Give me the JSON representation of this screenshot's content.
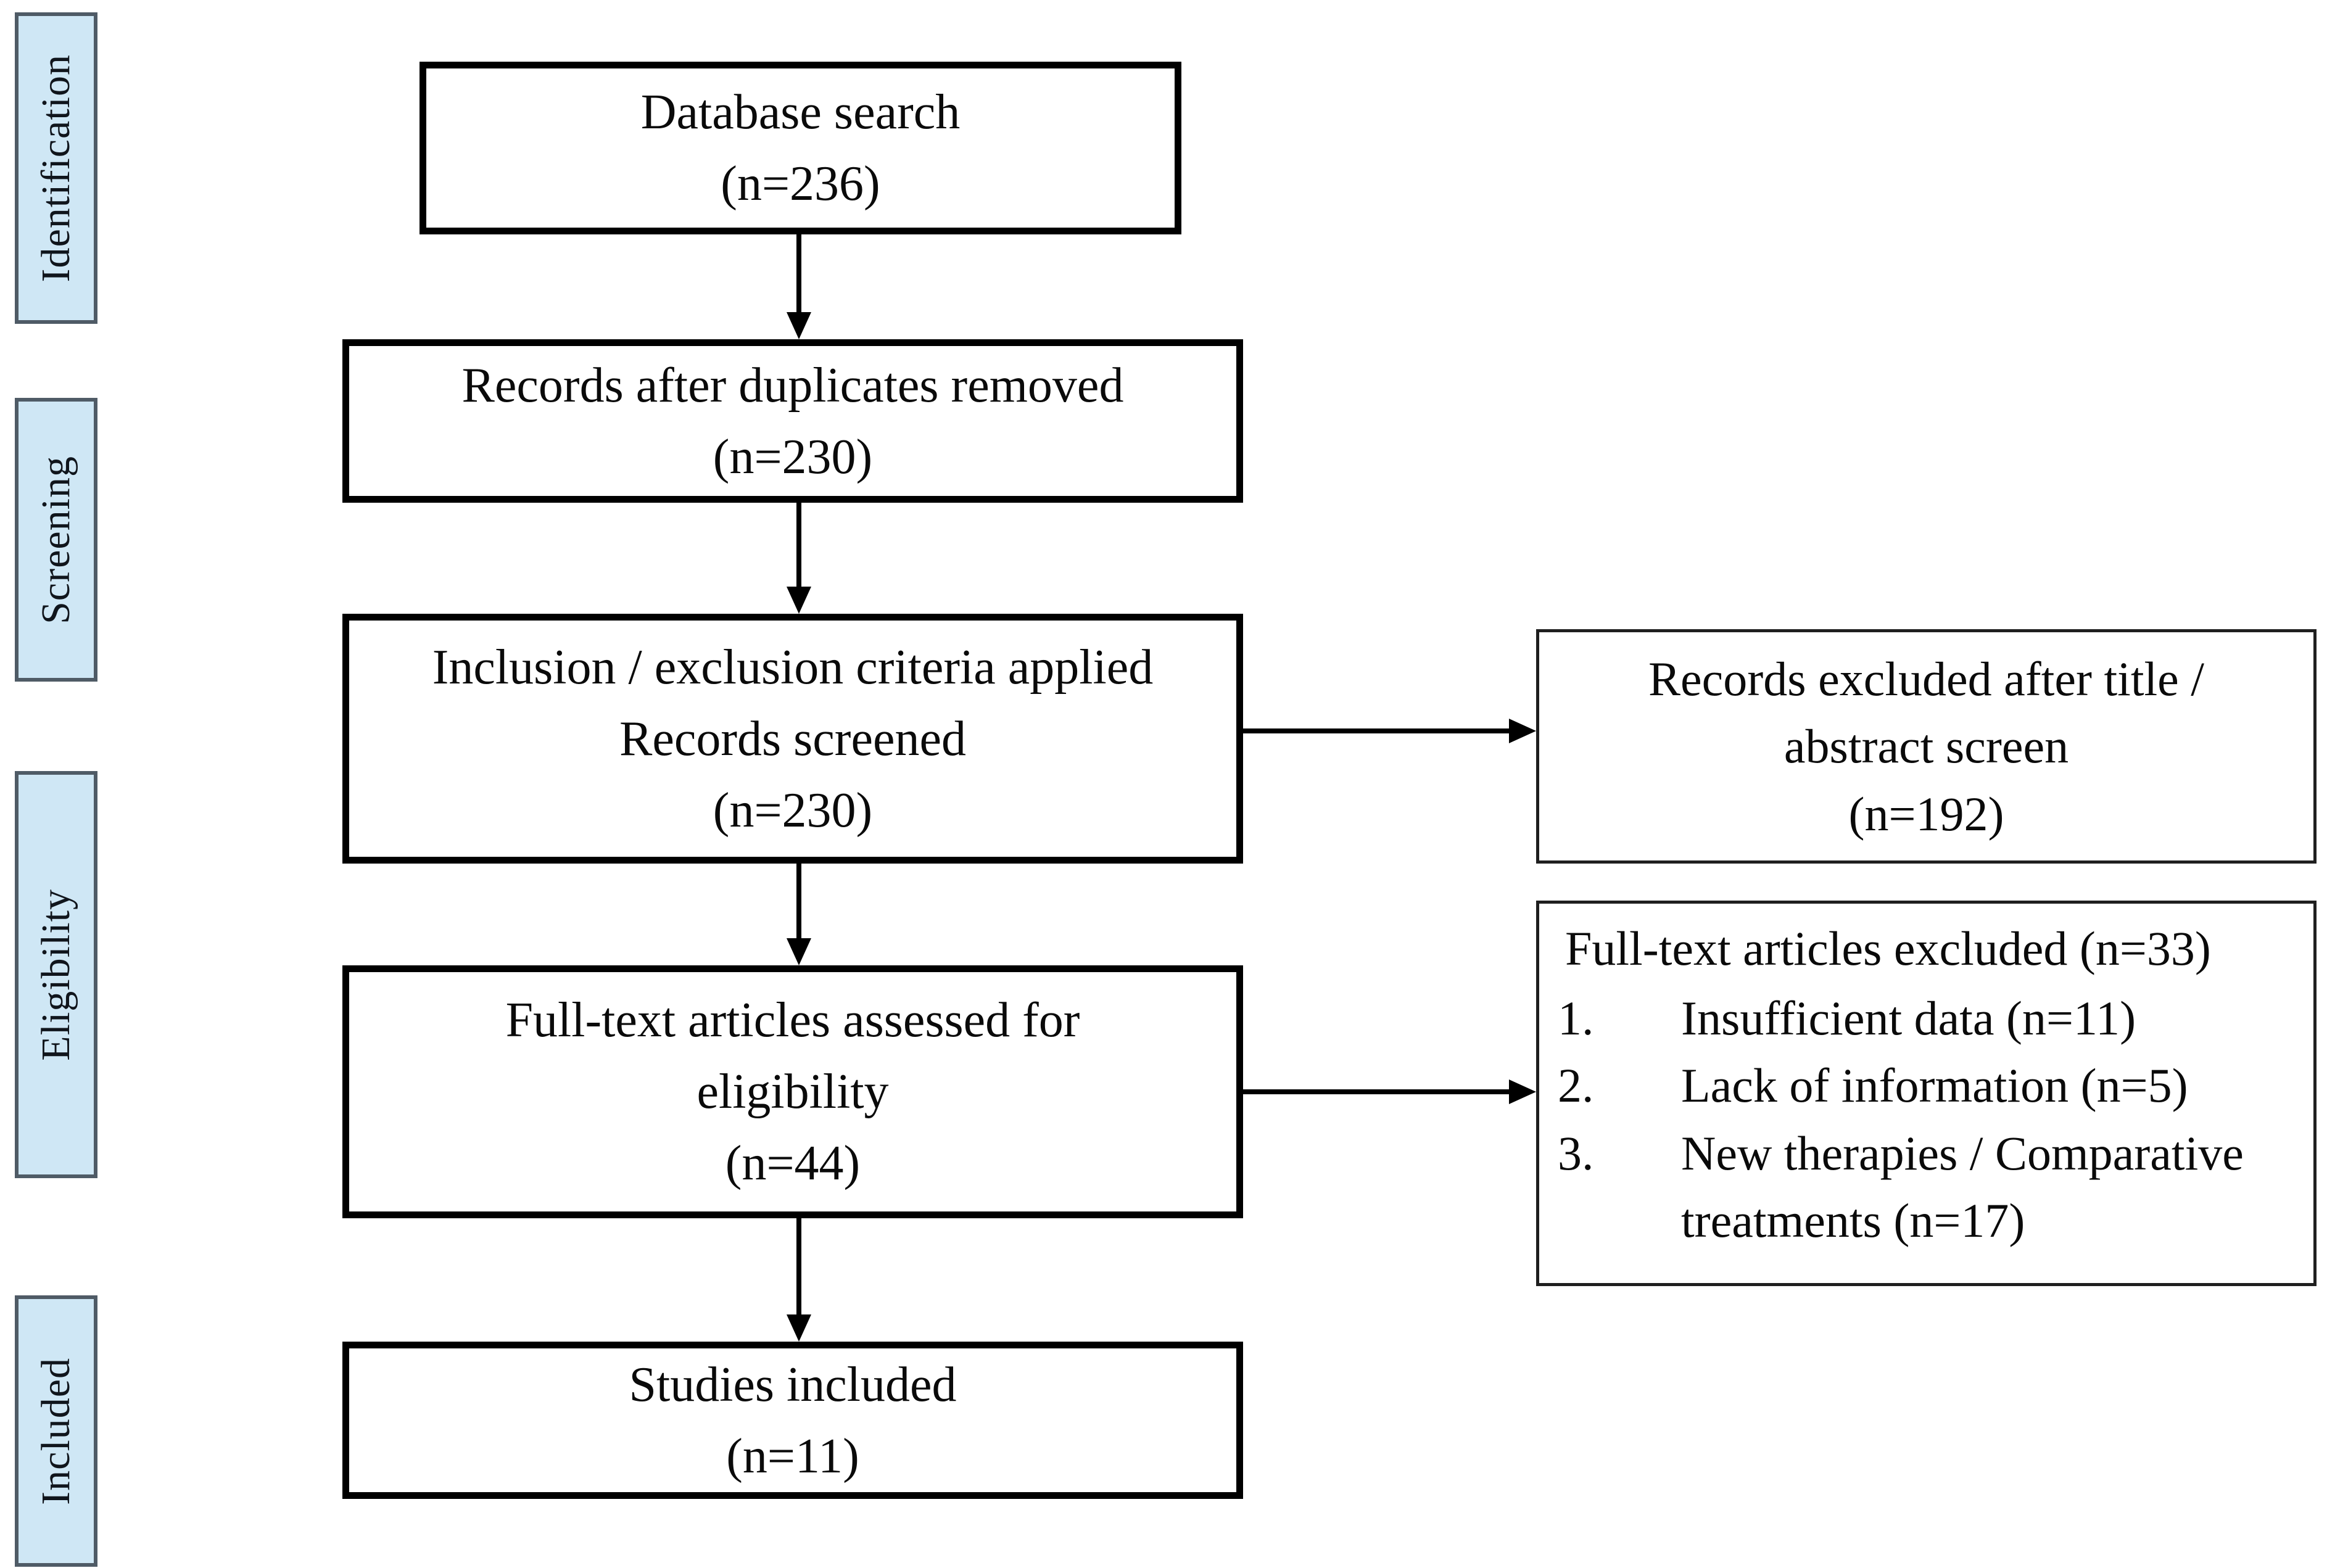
{
  "diagram_type": "PRISMA flow diagram",
  "colors": {
    "stage_fill": "#cfe7f5",
    "stage_border": "#4f5b66",
    "box_border": "#000000",
    "rbox_border": "#1f1f1f",
    "bg": "#ffffff"
  },
  "sidebar": {
    "labels": [
      "Identification",
      "Screening",
      "Eligibility",
      "Included"
    ]
  },
  "boxes": {
    "database_search": {
      "line1": "Database search",
      "line2": "(n=236)"
    },
    "duplicates_removed": {
      "line1": "Records after duplicates removed",
      "line2": "(n=230)"
    },
    "records_screened": {
      "line1": "Inclusion / exclusion criteria applied",
      "line2": "Records screened",
      "line3": "(n=230)"
    },
    "fulltext_assessed": {
      "line1": "Full-text articles assessed for",
      "line2": "eligibility",
      "line3": "(n=44)"
    },
    "studies_included": {
      "line1": "Studies included",
      "line2": "(n=11)"
    },
    "records_excluded": {
      "line1": "Records excluded after title /",
      "line2": "abstract screen",
      "line3": "(n=192)"
    },
    "fulltext_excluded": {
      "title": "Full-text articles excluded (n=33)",
      "items": [
        {
          "num": "1.",
          "text": "Insufficient data (n=11)"
        },
        {
          "num": "2.",
          "text": "Lack of information (n=5)"
        },
        {
          "num": "3.",
          "text": "New therapies / Comparative treatments (n=17)"
        }
      ]
    }
  }
}
